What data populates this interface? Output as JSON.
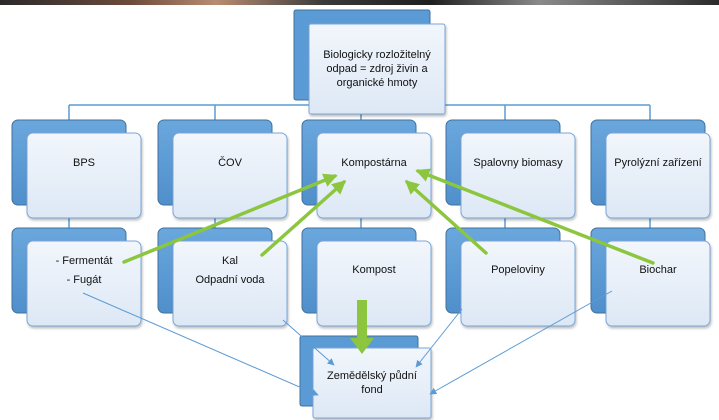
{
  "colors": {
    "back_fill": "#5b9bd5",
    "back_stroke": "#41719c",
    "front_fill": "#e6eef8",
    "front_stroke": "#7aa6d6",
    "connector": "#5b9bd5",
    "arrow_green": "#8cc63f",
    "photo_strip": "#3a3a3a"
  },
  "top_node": {
    "text": "Biologicky rozložitelný odpad = zdroj živin a organické hmoty"
  },
  "sources": [
    {
      "label": "BPS"
    },
    {
      "label": "ČOV"
    },
    {
      "label": "Kompostárna"
    },
    {
      "label": "Spalovny biomasy"
    },
    {
      "label": "Pyrolýzní zařízení"
    }
  ],
  "products": [
    {
      "lines": [
        "- Fermentát",
        "- Fugát"
      ]
    },
    {
      "lines": [
        "Kal",
        "Odpadní voda"
      ]
    },
    {
      "lines": [
        "Kompost"
      ]
    },
    {
      "lines": [
        "Popeloviny"
      ]
    },
    {
      "lines": [
        "Biochar"
      ]
    }
  ],
  "target": {
    "text": "Zemědělský půdní fond"
  },
  "icons": {
    "green_arrow": "arrow-up-right-green",
    "blue_arrow": "arrow-thin-blue",
    "big_down_arrow": "arrow-down-thick-green"
  }
}
